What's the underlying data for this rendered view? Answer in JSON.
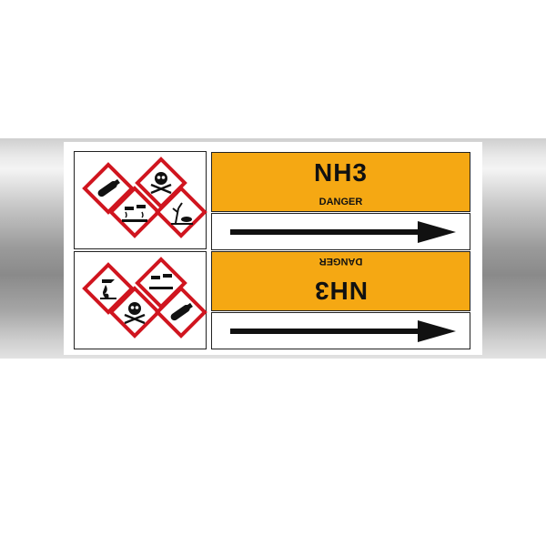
{
  "label": {
    "substance": "NH3",
    "hazard_word": "DANGER",
    "colors": {
      "band": "#f5a813",
      "pictogram_border": "#d0151f",
      "arrow": "#111111"
    },
    "pictograms_top": [
      "gas-cylinder-icon",
      "skull-crossbones-icon",
      "corrosion-icon",
      "environment-icon"
    ],
    "pictograms_bottom": [
      "flame-icon",
      "corrosion-icon",
      "skull-crossbones-icon",
      "gas-cylinder-icon"
    ],
    "flow_direction": "right"
  }
}
